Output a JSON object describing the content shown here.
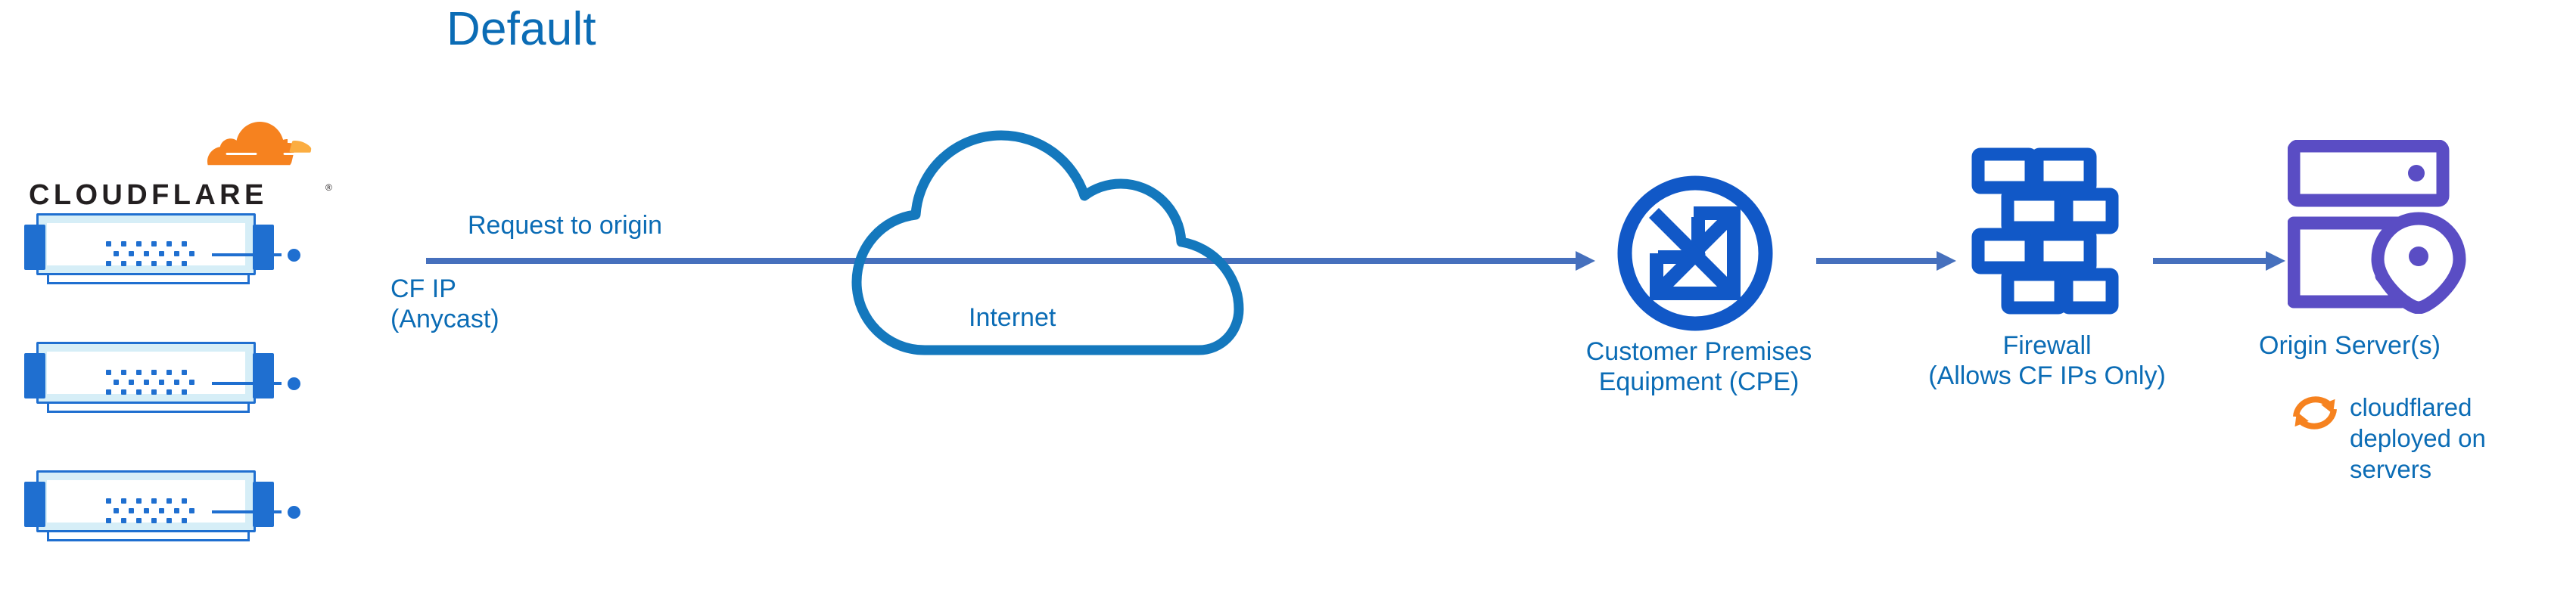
{
  "diagram": {
    "title": "Default",
    "type": "network-architecture-flow"
  },
  "brand": {
    "logo_wordmark": "CLOUDFLARE",
    "logo_trademark": "®",
    "logo_icon_name": "cloudflare-cloud-logo"
  },
  "colors": {
    "title_blue": "#0b6cb5",
    "label_blue": "#0b6cb5",
    "arrow_blue": "#4670bd",
    "icon_blue": "#1158c7",
    "cloud_outline_blue": "#1478bd",
    "server_frame_blue": "#1f6fd0",
    "server_body_light": "#d6eef7",
    "origin_purple": "#5a4dc4",
    "cloudflare_orange": "#f6821f",
    "cloudflare_orange_light": "#fbad41",
    "wordmark_black": "#231f20"
  },
  "nodes": [
    {
      "id": "cloudflare-edge",
      "icon": "server-rack-stack",
      "label": "",
      "sublabel": "CF IP\n(Anycast)",
      "count": 3
    },
    {
      "id": "internet",
      "icon": "cloud-outline",
      "label": "Internet"
    },
    {
      "id": "cpe",
      "icon": "router-circle-arrows",
      "label": "Customer Premises\nEquipment (CPE)"
    },
    {
      "id": "firewall",
      "icon": "brick-wall",
      "label": "Firewall\n(Allows CF IPs Only)"
    },
    {
      "id": "origin",
      "icon": "server-with-location-pin",
      "label": "Origin Server(s)",
      "annotation": "cloudflared deployed on servers",
      "annotation_icon": "refresh-cycle-icon"
    }
  ],
  "labels": {
    "request_to_origin": "Request to origin",
    "cf_ip": "CF IP\n(Anycast)",
    "internet": "Internet",
    "cpe": "Customer Premises\nEquipment (CPE)",
    "firewall": "Firewall\n(Allows CF IPs Only)",
    "origin_server": "Origin Server(s)",
    "cloudflared": "cloudflared\ndeployed on\nservers"
  },
  "servers": [
    {
      "name": "server-unit-1"
    },
    {
      "name": "server-unit-2"
    },
    {
      "name": "server-unit-3"
    }
  ],
  "connections": [
    {
      "from": "cloudflare-edge",
      "to": "cpe",
      "label": "Request to origin",
      "passes_through": "internet"
    },
    {
      "from": "cpe",
      "to": "firewall",
      "label": ""
    },
    {
      "from": "firewall",
      "to": "origin",
      "label": ""
    }
  ]
}
